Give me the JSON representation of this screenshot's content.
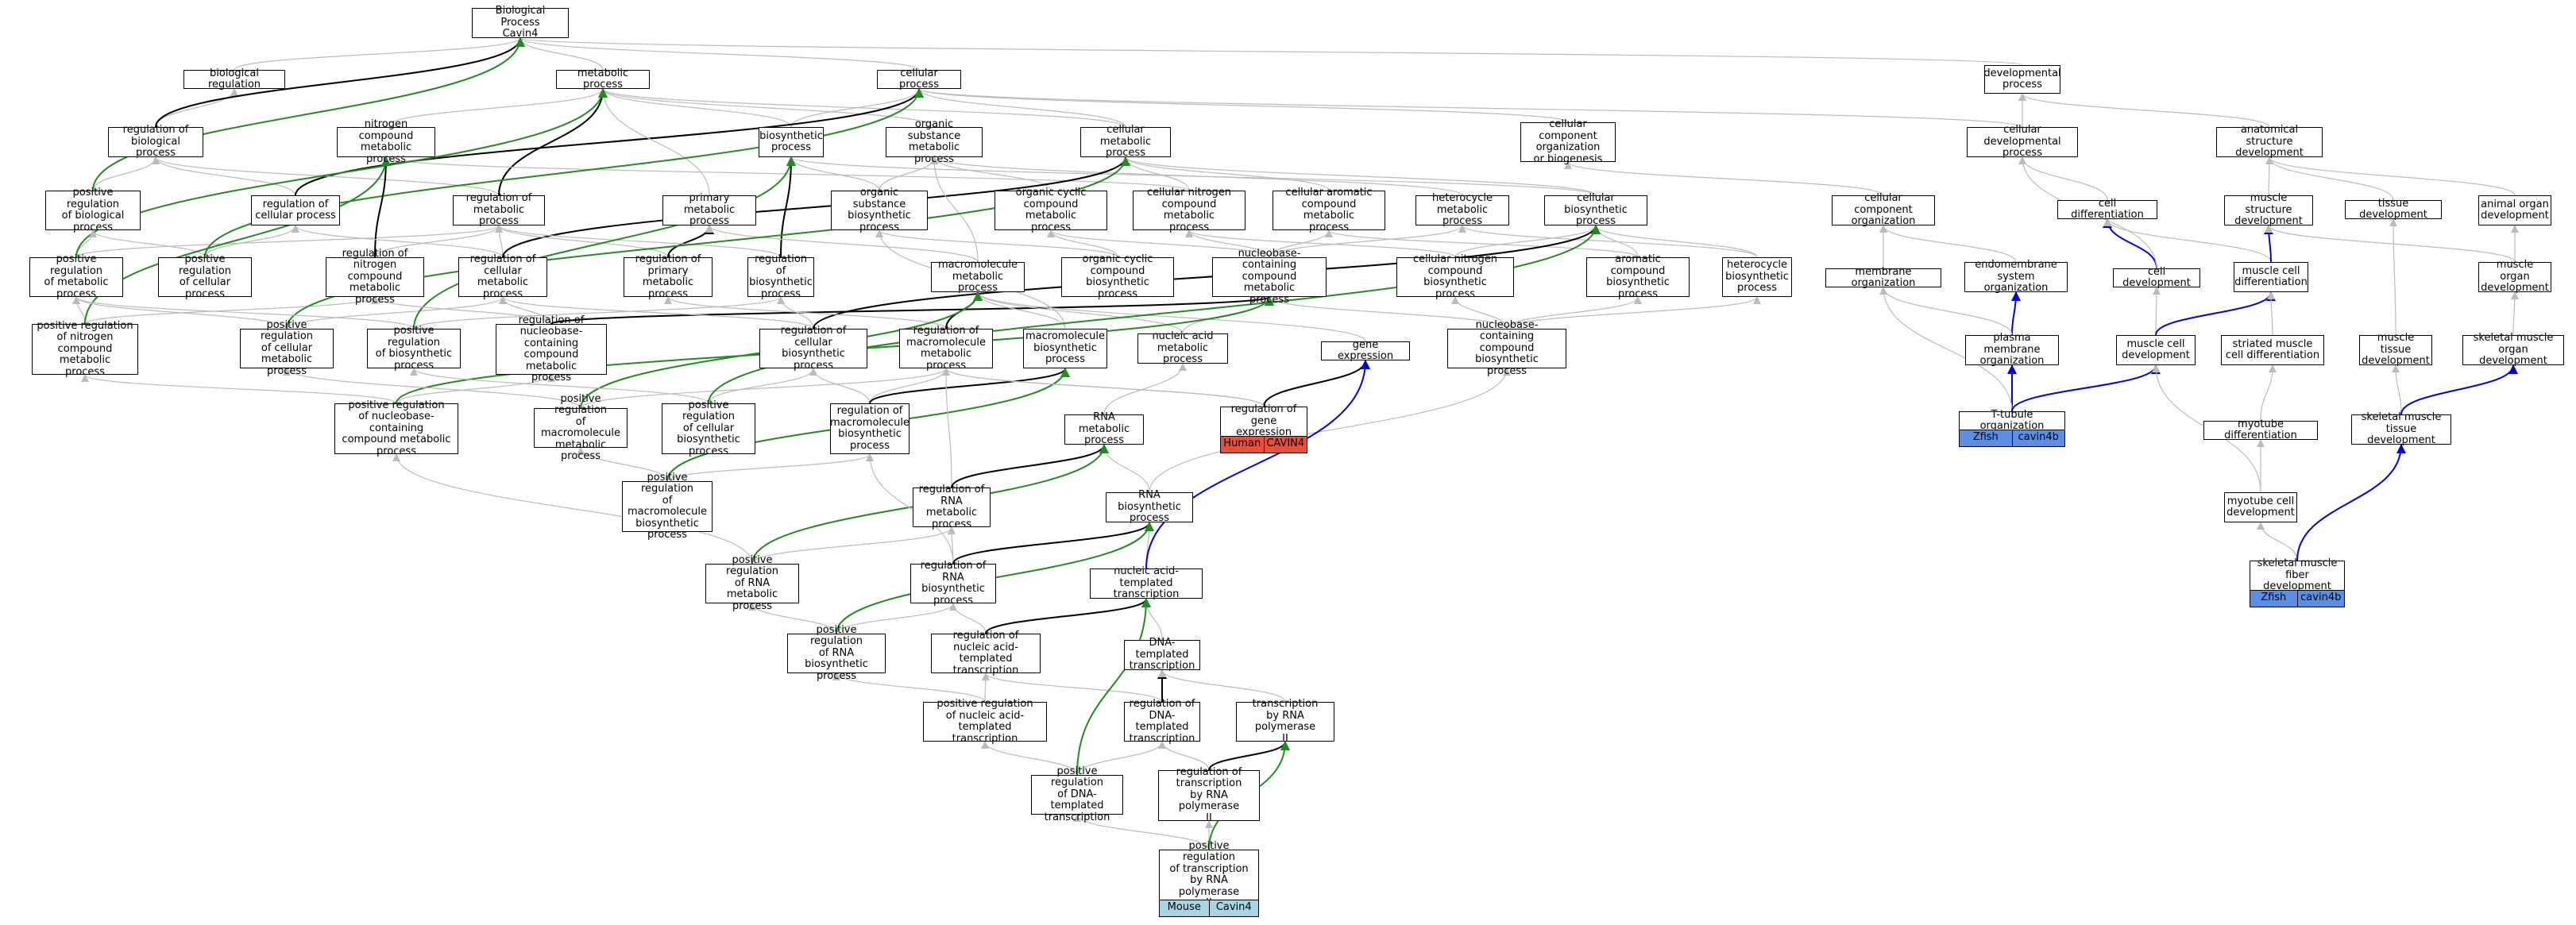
{
  "nodes": {
    "root": "Biological Process\nCavin4",
    "bio_reg": "biological regulation",
    "metab": "metabolic process",
    "cellproc": "cellular process",
    "devproc": "developmental\nprocess",
    "reg_bio": "regulation of\nbiological process",
    "nitro": "nitrogen compound\nmetabolic process",
    "biosyn": "biosynthetic\nprocess",
    "orgsub": "organic substance\nmetabolic process",
    "cellmet": "cellular metabolic\nprocess",
    "ccorg_bio": "cellular component\norganization\nor biogenesis",
    "celldevproc": "cellular developmental\nprocess",
    "anat": "anatomical structure\ndevelopment",
    "pos_reg_bio": "positive regulation\nof biological\nprocess",
    "reg_cell": "regulation of\ncellular process",
    "reg_metab": "regulation of\nmetabolic process",
    "primmet": "primary metabolic\nprocess",
    "orgsub_bio": "organic substance\nbiosynthetic\nprocess",
    "orgcyc_met": "organic cyclic\ncompound metabolic\nprocess",
    "cellnit_met": "cellular nitrogen\ncompound metabolic\nprocess",
    "cellaro_met": "cellular aromatic\ncompound metabolic\nprocess",
    "hetcyc_met": "heterocycle\nmetabolic process",
    "cellbiosyn": "cellular biosynthetic\nprocess",
    "ccorg": "cellular component\norganization",
    "celldiff": "cell differentiation",
    "musstruct": "muscle structure\ndevelopment",
    "tissdev": "tissue development",
    "animorg": "animal organ\ndevelopment",
    "pos_reg_metab": "positive regulation\nof metabolic\nprocess",
    "pos_reg_cell": "positive regulation\nof cellular\nprocess",
    "reg_nitro": "regulation of\nnitrogen compound\nmetabolic process",
    "reg_cellmet": "regulation of\ncellular metabolic\nprocess",
    "reg_primmet": "regulation of\nprimary metabolic\nprocess",
    "reg_biosyn": "regulation of\nbiosynthetic\nprocess",
    "macromet": "macromolecule\nmetabolic process",
    "orgcyc_bio": "organic cyclic\ncompound biosynthetic\nprocess",
    "nucbase_met": "nucleobase-containing\ncompound metabolic\nprocess",
    "cellnit_bio": "cellular nitrogen\ncompound biosynthetic\nprocess",
    "aro_bio": "aromatic compound\nbiosynthetic\nprocess",
    "hetcyc_bio": "heterocycle\nbiosynthetic\nprocess",
    "memorg": "membrane organization",
    "endomem": "endomembrane\nsystem organization",
    "celldev": "cell development",
    "muscelldiff": "muscle cell\ndifferentiation",
    "musorg": "muscle organ\ndevelopment",
    "pos_reg_nitro": "positive regulation\nof nitrogen\ncompound metabolic\nprocess",
    "pos_reg_cellmet": "positive regulation\nof cellular\nmetabolic process",
    "pos_reg_biosyn": "positive regulation\nof biosynthetic\nprocess",
    "reg_nucbase": "regulation of\nnucleobase-containing\ncompound metabolic\nprocess",
    "reg_cellbio": "regulation of\ncellular biosynthetic\nprocess",
    "reg_macromet": "regulation of\nmacromolecule\nmetabolic process",
    "macrobio": "macromolecule\nbiosynthetic\nprocess",
    "nucacid": "nucleic acid\nmetabolic process",
    "geneexp": "gene expression",
    "nucbase_bio": "nucleobase-containing\ncompound biosynthetic\nprocess",
    "plasmem": "plasma membrane\norganization",
    "muscelldev": "muscle cell\ndevelopment",
    "striated": "striated muscle\ncell differentiation",
    "mustiss": "muscle tissue\ndevelopment",
    "skelorg": "skeletal muscle\norgan development",
    "pos_reg_nucbase": "positive regulation\nof nucleobase-containing\ncompound metabolic\nprocess",
    "pos_reg_macromet": "positive regulation\nof macromolecule\nmetabolic process",
    "pos_reg_cellbio": "positive regulation\nof cellular\nbiosynthetic\nprocess",
    "reg_macrobio": "regulation of\nmacromolecule\nbiosynthetic\nprocess",
    "rnamet": "RNA metabolic\nprocess",
    "reg_geneexp": "regulation of\ngene expression",
    "ttubule": "T-tubule organization",
    "myodiff": "myotube differentiation",
    "skeltiss": "skeletal muscle\ntissue development",
    "pos_reg_macrobio": "positive regulation\nof macromolecule\nbiosynthetic\nprocess",
    "reg_rnamet": "regulation of\nRNA metabolic\nprocess",
    "rnabio": "RNA biosynthetic\nprocess",
    "myodev": "myotube cell\ndevelopment",
    "pos_reg_rnamet": "positive regulation\nof RNA metabolic\nprocess",
    "reg_rnabio": "regulation of\nRNA biosynthetic\nprocess",
    "nat": "nucleic acid-templated\ntranscription",
    "skelfiber": "skeletal muscle\nfiber development",
    "pos_reg_rnabio": "positive regulation\nof RNA biosynthetic\nprocess",
    "reg_nat": "regulation of\nnucleic acid-templated\ntranscription",
    "dnat": "DNA-templated\ntranscription",
    "pos_reg_nat": "positive regulation\nof nucleic acid-templated\ntranscription",
    "reg_dnat": "regulation of\nDNA-templated\ntranscription",
    "polii": "transcription\nby RNA polymerase\nII",
    "pos_reg_dnat": "positive regulation\nof DNA-templated\ntranscription",
    "reg_polii": "regulation of\ntranscription\nby RNA polymerase\nII",
    "pos_reg_polii": "positive regulation\nof transcription\nby RNA polymerase\nII"
  },
  "tags": {
    "human": {
      "species": "Human",
      "gene": "CAVIN4",
      "color": "#e8503a"
    },
    "zfish_ttubule": {
      "species": "Zfish",
      "gene": "cavin4b",
      "color": "#5b8fe6"
    },
    "zfish_skelfiber": {
      "species": "Zfish",
      "gene": "cavin4b",
      "color": "#5b8fe6"
    },
    "mouse": {
      "species": "Mouse",
      "gene": "Cavin4",
      "color": "#a8d4e6"
    }
  },
  "edge_colors": {
    "gray": "#bbbbbb",
    "black": "#000000",
    "green": "#228b22",
    "blue": "#0000e0"
  }
}
